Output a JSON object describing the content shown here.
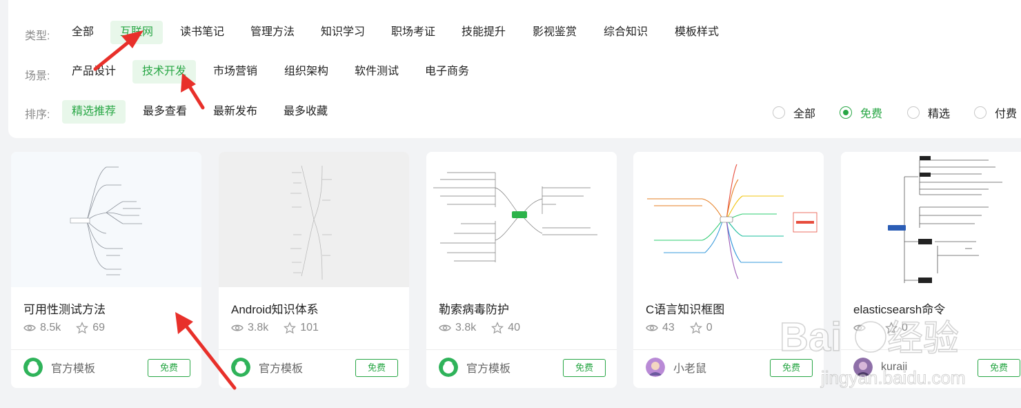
{
  "filters": {
    "type": {
      "label": "类型:",
      "options": [
        "全部",
        "互联网",
        "读书笔记",
        "管理方法",
        "知识学习",
        "职场考证",
        "技能提升",
        "影视鉴赏",
        "综合知识",
        "模板样式"
      ],
      "selected": "互联网"
    },
    "scene": {
      "label": "场景:",
      "options": [
        "产品设计",
        "技术开发",
        "市场营销",
        "组织架构",
        "软件测试",
        "电子商务"
      ],
      "selected": "技术开发"
    },
    "sort": {
      "label": "排序:",
      "options": [
        "精选推荐",
        "最多查看",
        "最新发布",
        "最多收藏"
      ],
      "selected": "精选推荐"
    },
    "price_filter": {
      "options": [
        "全部",
        "免费",
        "精选",
        "付费"
      ],
      "selected": "免费"
    }
  },
  "cards": [
    {
      "title": "可用性测试方法",
      "views": "8.5k",
      "stars": "69",
      "author": "官方模板",
      "price": "免费"
    },
    {
      "title": "Android知识体系",
      "views": "3.8k",
      "stars": "101",
      "author": "官方模板",
      "price": "免费"
    },
    {
      "title": "勒索病毒防护",
      "views": "3.8k",
      "stars": "40",
      "author": "官方模板",
      "price": "免费"
    },
    {
      "title": "C语言知识框图",
      "views": "43",
      "stars": "0",
      "author": "小老鼠",
      "price": "免费"
    },
    {
      "title": "elasticsearsh命令",
      "views": "",
      "stars": "0",
      "author": "kuraii",
      "price": "免费"
    }
  ],
  "watermark": {
    "brand": "Bai 经验",
    "url": "jingyan.baidu.com"
  },
  "colors": {
    "accent": "#27a644",
    "annotation_arrow": "#e8302a"
  }
}
